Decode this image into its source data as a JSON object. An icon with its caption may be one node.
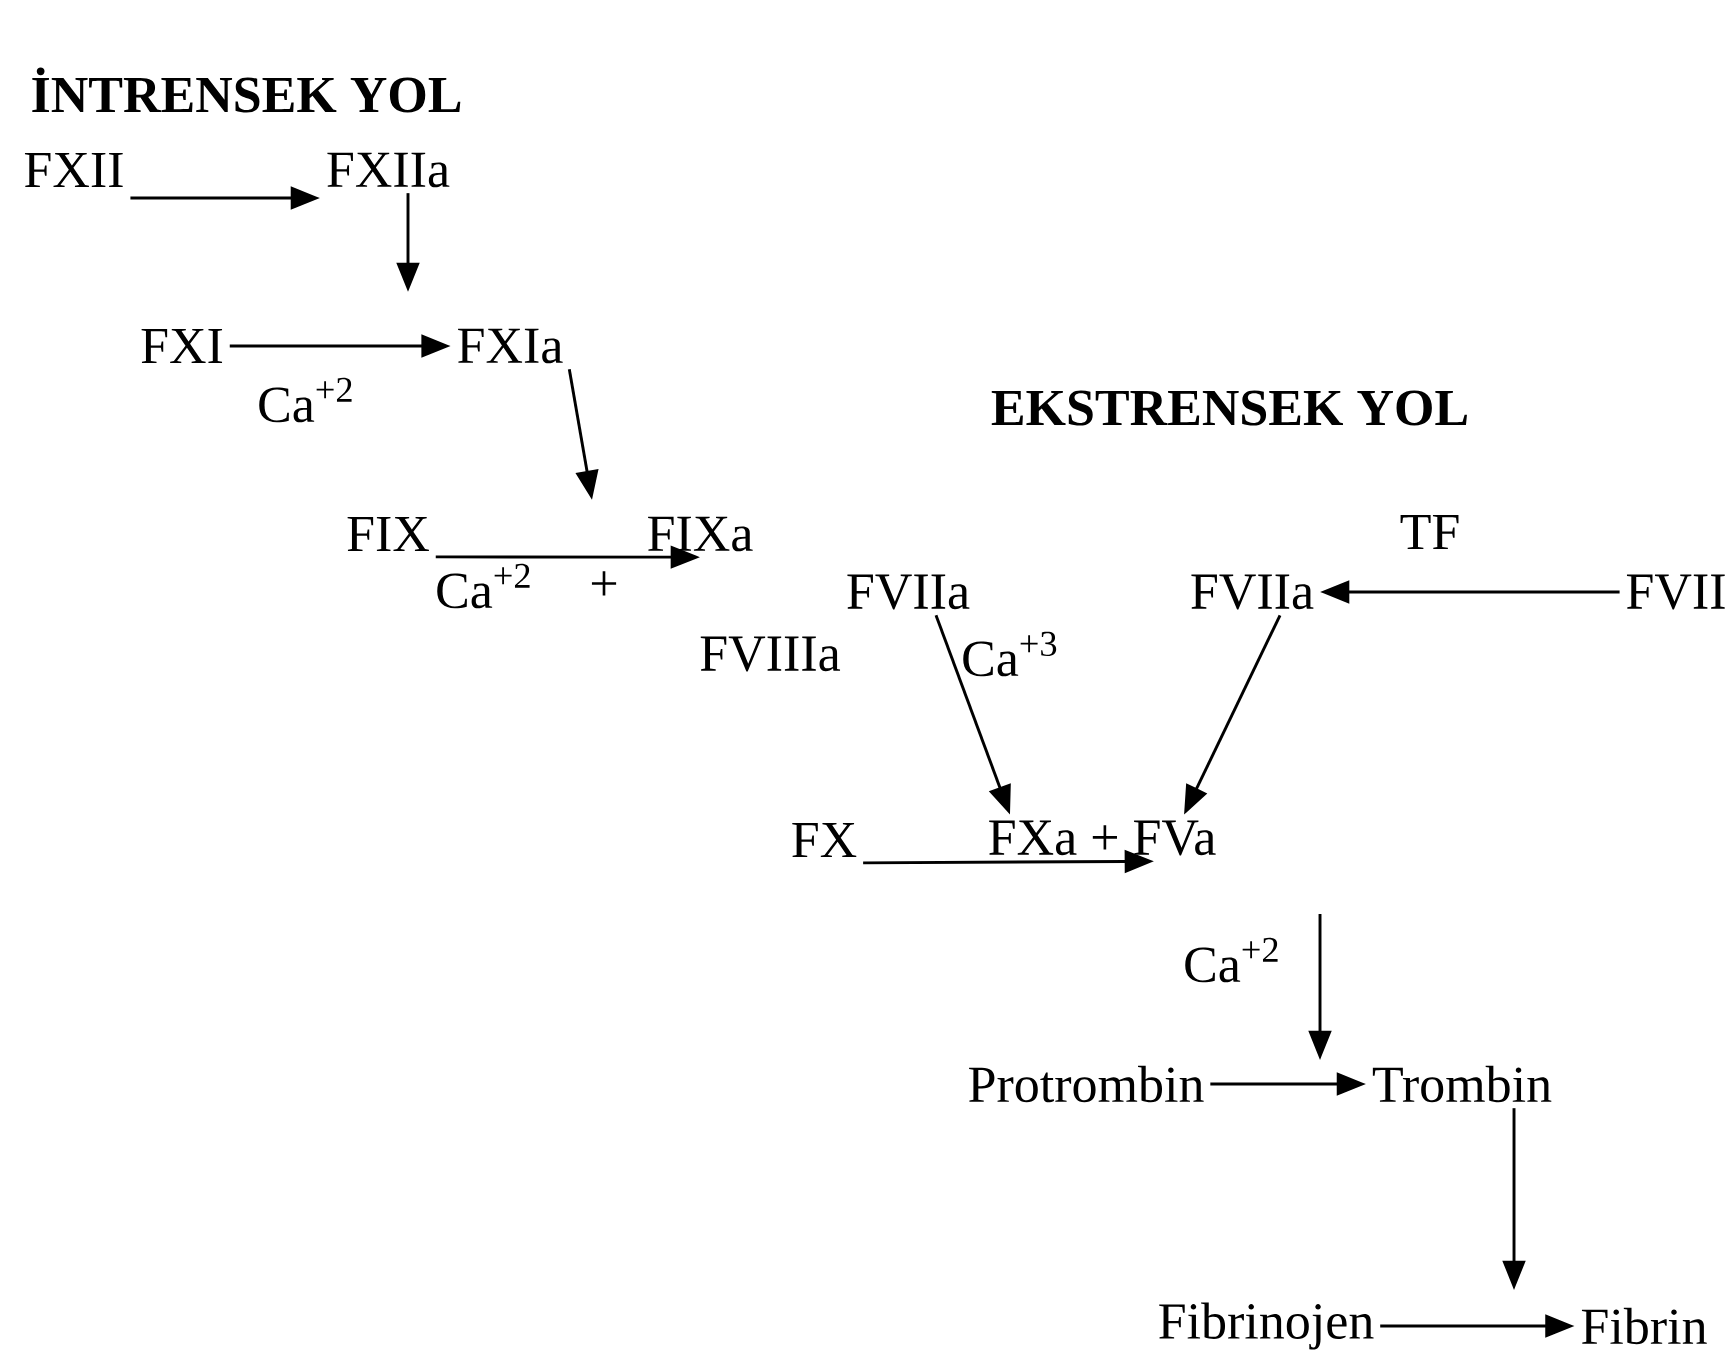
{
  "diagram": {
    "title": "İNTRENSEK YOL",
    "nodes": [
      {
        "text": [
          "FXII"
        ]
      },
      {
        "text": [
          "FXIIa"
        ]
      },
      {
        "text": [
          "FXI"
        ]
      },
      {
        "text": [
          "FXIa"
        ]
      },
      {
        "text": [
          "FIX"
        ]
      },
      {
        "text": [
          "FIXa"
        ]
      },
      {
        "text": [
          "FVIIa"
        ]
      },
      {
        "text": [
          "FVIIa"
        ]
      },
      {
        "text": [
          "FVII"
        ]
      },
      {
        "text": [
          "FX"
        ]
      },
      {
        "text": [
          "FXa + FVa"
        ]
      },
      {
        "text": [
          "Protrombin"
        ]
      },
      {
        "text": [
          "Trombin"
        ]
      },
      {
        "text": [
          "Fibrinojen"
        ]
      },
      {
        "text": [
          "Fibrin"
        ]
      }
    ],
    "edges": [
      {
        "from": 0,
        "to": 1,
        "arrow": "to"
      },
      {
        "from": 1,
        "to": null,
        "arrow": "to"
      },
      {
        "from": 2,
        "to": 3,
        "arrow": "to"
      },
      {
        "from": 3,
        "to": null,
        "arrow": "to"
      },
      {
        "from": 4,
        "to": 5,
        "arrow": "to"
      },
      {
        "from": 6,
        "to": 10,
        "arrow": "to"
      },
      {
        "from": 8,
        "to": 7,
        "arrow": "to"
      },
      {
        "from": 7,
        "to": 10,
        "arrow": "to"
      },
      {
        "from": 9,
        "to": 10,
        "arrow": "to"
      },
      {
        "from": 11,
        "to": 12,
        "arrow": "to"
      },
      {
        "from": 12,
        "to": null,
        "arrow": "to"
      },
      {
        "from": 13,
        "to": 14,
        "arrow": "to"
      }
    ],
    "labels": [
      "Ca$^{+2}$",
      "EKSTRENSEK YOL",
      "TF",
      "Ca$^{+2}$",
      "+",
      "FVIIIa",
      "Ca$^{+3}$",
      "Ca$^{+2}$"
    ]
  }
}
